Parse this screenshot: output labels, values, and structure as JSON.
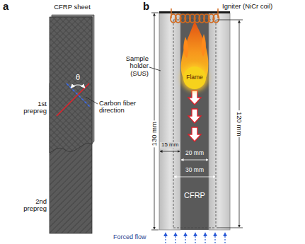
{
  "diagram": {
    "nodes": [
      {
        "text": [
          "CFRP"
        ]
      },
      {
        "text": [
          "Flame"
        ],
        "in": 0
      }
    ],
    "labels": [
      "a",
      "CFRP sheet",
      "1st prepreg",
      "θ",
      "Carbon fiber direction",
      "2nd prepreg",
      "b",
      "Igniter (NiCr coil)",
      "Sample holder (SUS)",
      "130 mm",
      "15 mm",
      "20 mm",
      "30 mm",
      "120 mm",
      "Forced flow"
    ]
  }
}
